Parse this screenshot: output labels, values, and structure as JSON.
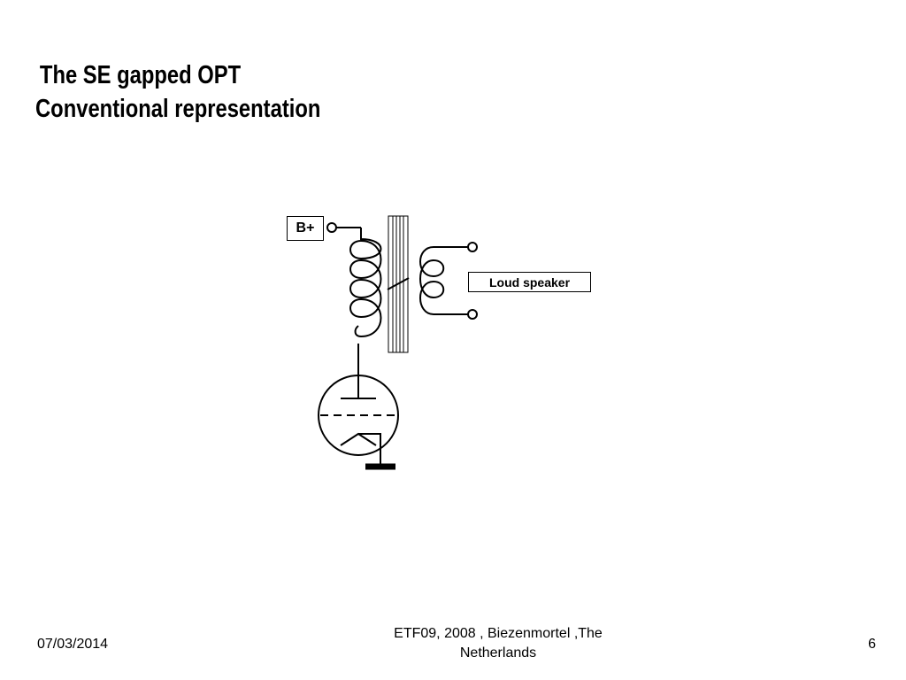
{
  "slide": {
    "title_line1": "The SE gapped OPT",
    "title_line2": "Conventional representation"
  },
  "diagram": {
    "bplus_label": "B+",
    "speaker_label": "Loud speaker"
  },
  "footer": {
    "date": "07/03/2014",
    "center": "ETF09, 2008 , Biezenmortel ,The Netherlands",
    "page": "6"
  }
}
